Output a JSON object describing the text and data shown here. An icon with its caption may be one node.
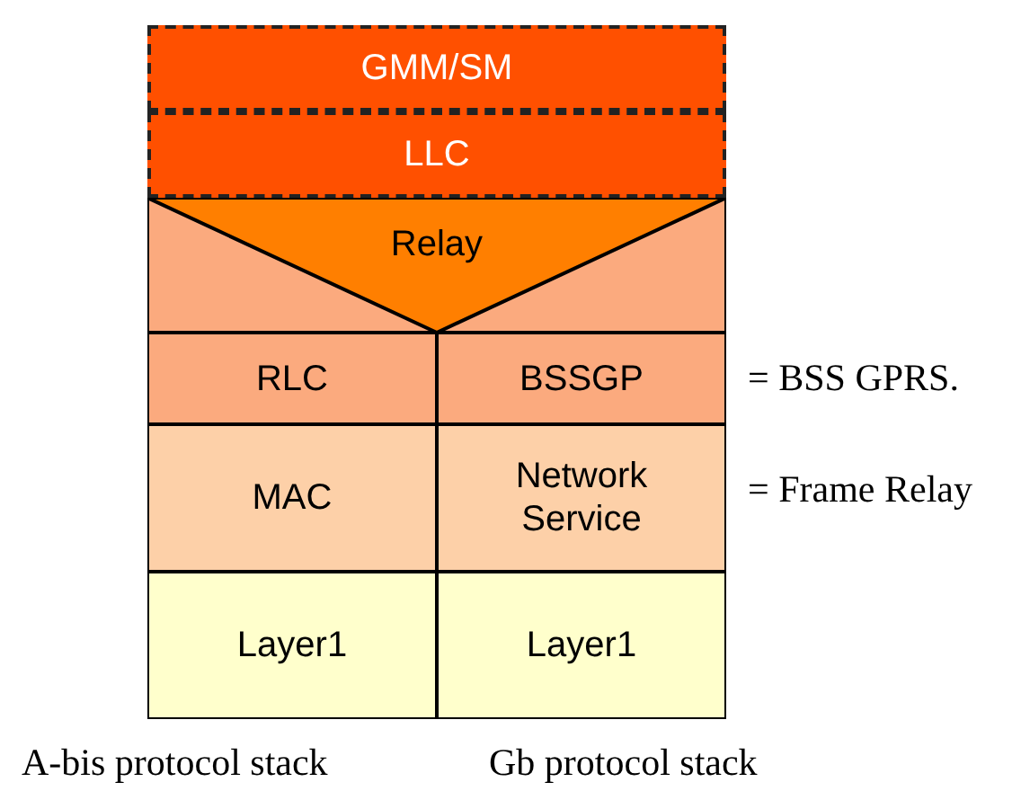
{
  "diagram": {
    "nodes": [
      {
        "text": [
          "GMM/SM"
        ]
      },
      {
        "text": [
          "LLC"
        ]
      },
      {
        "text": [
          "Relay"
        ]
      },
      {
        "text": [
          "RLC"
        ]
      },
      {
        "text": [
          "BSSGP"
        ]
      },
      {
        "text": [
          "MAC"
        ]
      },
      {
        "text": [
          "Network Service"
        ]
      },
      {
        "text": [
          "Layer1"
        ]
      },
      {
        "text": [
          "Layer1"
        ]
      }
    ],
    "edges": [],
    "labels": [
      "= BSS GPRS.",
      "= Frame Relay",
      "A-bis protocol stack",
      "Gb protocol stack"
    ]
  }
}
